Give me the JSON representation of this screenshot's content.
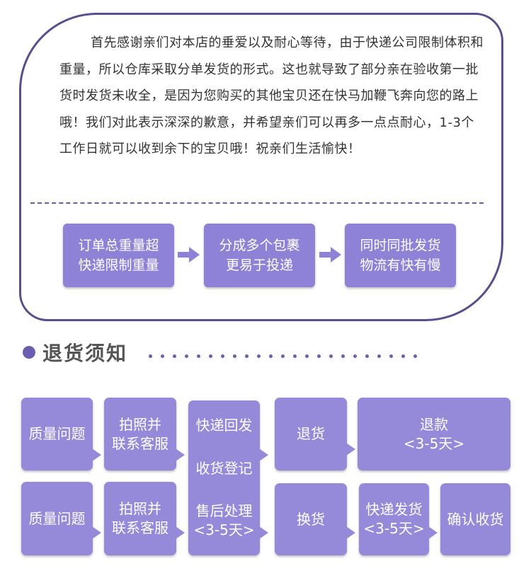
{
  "notice": {
    "text": "首先感谢亲们对本店的垂爱以及耐心等待，由于快递公司限制体积和重量，所以仓库采取分单发货的形式。这也就导致了部分亲在验收第一批货时发货未收全，是因为您购买的其他宝贝还在快马加鞭飞奔向您的路上哦！我们对此表示深深的歉意，并希望亲们可以再多一点点耐心，1-3个工作日就可以收到余下的宝贝哦！祝亲们生活愉快！",
    "flow": [
      {
        "line1": "订单总重量超",
        "line2": "快递限制重量"
      },
      {
        "line1": "分成多个包裹",
        "line2": "更易于投递"
      },
      {
        "line1": "同时同批发货",
        "line2": "物流有快有慢"
      }
    ]
  },
  "returns": {
    "title": "退货须知",
    "row1": {
      "issue": "质量问题",
      "contact_line1": "拍照并",
      "contact_line2": "联系客服",
      "action": "退货",
      "result_line1": "退款",
      "result_line2": "<3-5天>"
    },
    "row2": {
      "issue": "质量问题",
      "contact_line1": "拍照并",
      "contact_line2": "联系客服",
      "action": "换货",
      "ship_line1": "快递发货",
      "ship_line2": "<3-5天>",
      "confirm": "确认收货"
    },
    "shared": {
      "step1": "快递回发",
      "step2": "收货登记",
      "step3_line1": "售后处理",
      "step3_line2": "<3-5天>"
    }
  },
  "colors": {
    "frame": "#5a4e8c",
    "flow_box": "#8d82d6",
    "return_box": "#958ad9",
    "accent_dot": "#6a5fae"
  }
}
